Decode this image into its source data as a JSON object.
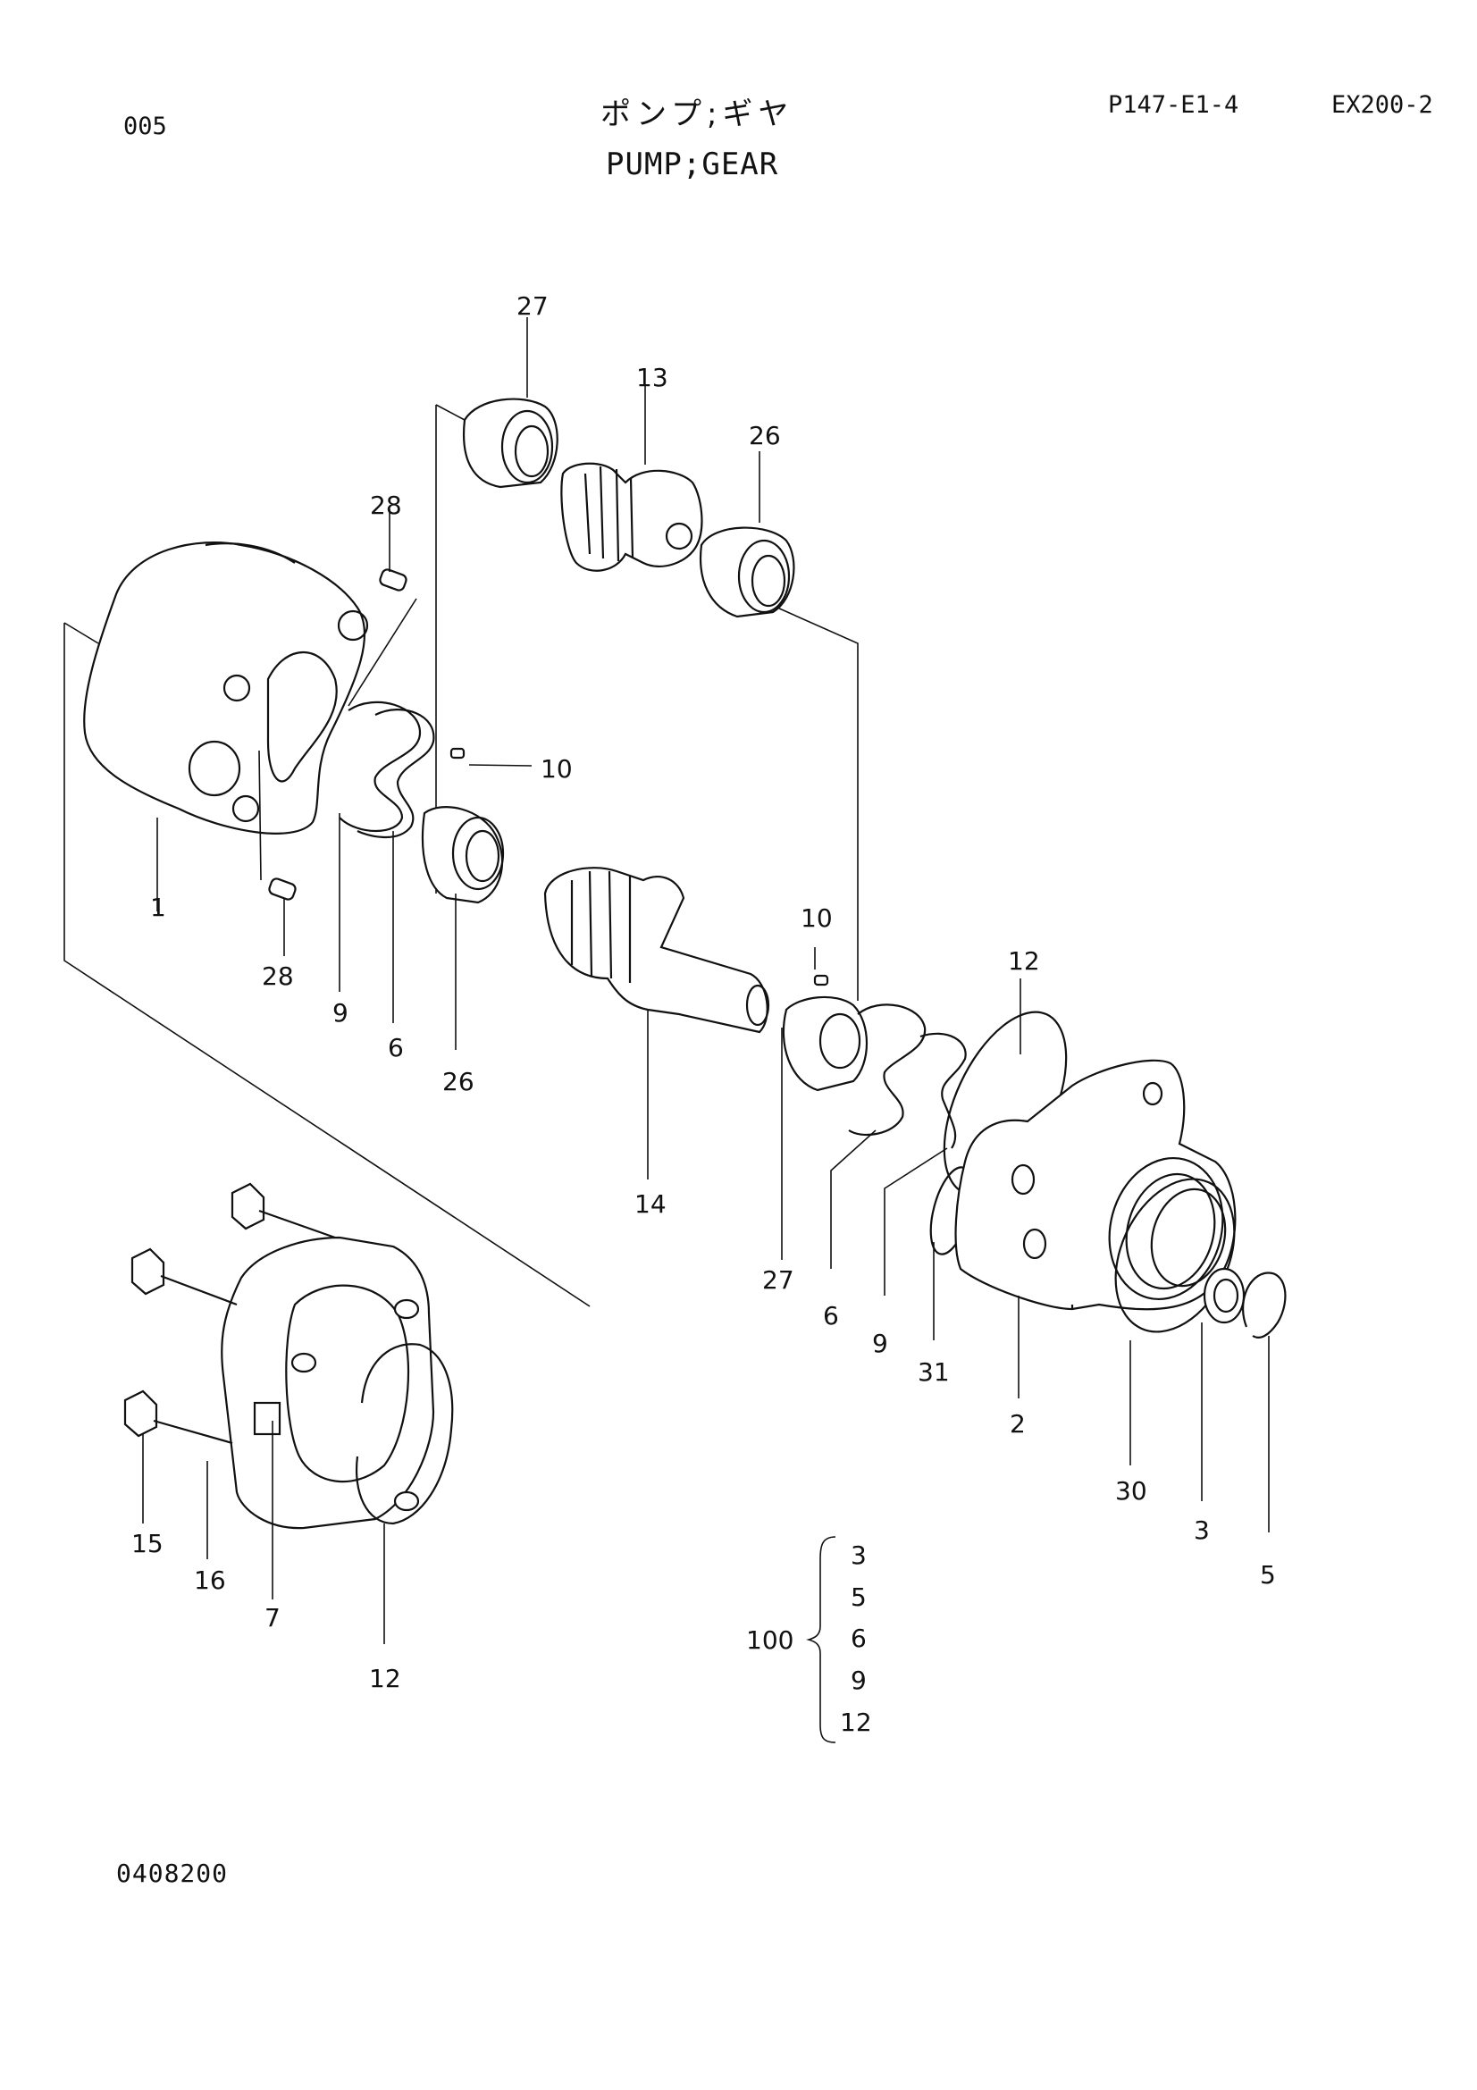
{
  "header": {
    "page_number": "005",
    "title_jp": "ポンプ;ギヤ",
    "title_en": "PUMP;GEAR",
    "ref_code": "P147-E1-4",
    "model": "EX200-2"
  },
  "parts": {
    "p27_top": "27",
    "p13": "13",
    "p26_top": "26",
    "p28_top": "28",
    "p10_a": "10",
    "p1": "1",
    "p28_bottom": "28",
    "p9_left": "9",
    "p6_left": "6",
    "p26_bottom": "26",
    "p10_b": "10",
    "p12_right": "12",
    "p14": "14",
    "p27_bottom": "27",
    "p6_right": "6",
    "p9_right": "9",
    "p31": "31",
    "p2": "2",
    "p30": "30",
    "p3": "3",
    "p5": "5",
    "p15": "15",
    "p16": "16",
    "p7": "7",
    "p12_bottom": "12"
  },
  "kit": {
    "label": "100",
    "items": [
      "3",
      "5",
      "6",
      "9",
      "12"
    ]
  },
  "footer": {
    "drawing_number": "0408200"
  }
}
